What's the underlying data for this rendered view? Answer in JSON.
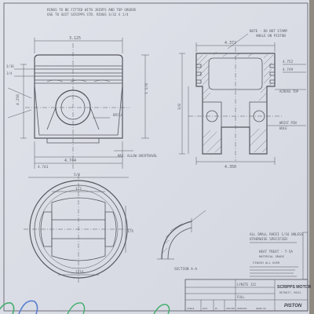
{
  "drawing": {
    "notes": {
      "top_left": "RINGS TO BE FITTED WITH JOINTS AND TOP GROOVE",
      "top_left_2": "USE TO SUIT SCRIPPS STD. RINGS 3/32 X 1/4",
      "top_right": "NOTE - DO NOT STAMP",
      "top_right_2": "ANGLE ON PISTON",
      "max_allow_overtravel": "MAX. ALLOW OVERTRAVEL",
      "drill": "DRILL",
      "section_label": "SECTION A-A",
      "all_small_radii": "ALL SMALL RADII 1/16 UNLESS",
      "otherwise_specified": "OTHERWISE SPECIFIED",
      "heat_treat": "HEAT TREAT - T-5A",
      "material_note": "MATERIAL GRADE",
      "finish_note": "FINISH ALL OVER",
      "across_top": "ACROSS TOP",
      "wrist_pin": "WRIST PIN",
      "hole_label": "HOLE"
    },
    "dimensions": {
      "d1": "4.372",
      "d2": "4.350",
      "d3": "3.125",
      "d4": "4.752",
      "d5": "4.749",
      "d6": "4.744",
      "d7": "4.743",
      "d8": "4.256",
      "d9": "1/4",
      "d10": "1 1/8",
      "d11": "3/16",
      "d12": "1/4",
      "d13": "1/2",
      "d14": "5/8",
      "d15": "1/16",
      "d16": "3/8"
    },
    "title_block": {
      "company": "SCRIPPS MOTOR",
      "company_2": "DETROIT, MICH.",
      "part_name": "PISTON",
      "material": "LYNITE 122",
      "scale": "FULL"
    },
    "revision_columns": [
      "CHANGE",
      "DATE",
      "BY",
      "CHECKED",
      "APPROVED",
      "ORDER NO."
    ],
    "colors": {
      "paper": "#dcdee7",
      "line": "#55565e",
      "background": "#9a9588",
      "clip_green": "#3fae6a",
      "clip_blue": "#5a7fd0"
    }
  }
}
